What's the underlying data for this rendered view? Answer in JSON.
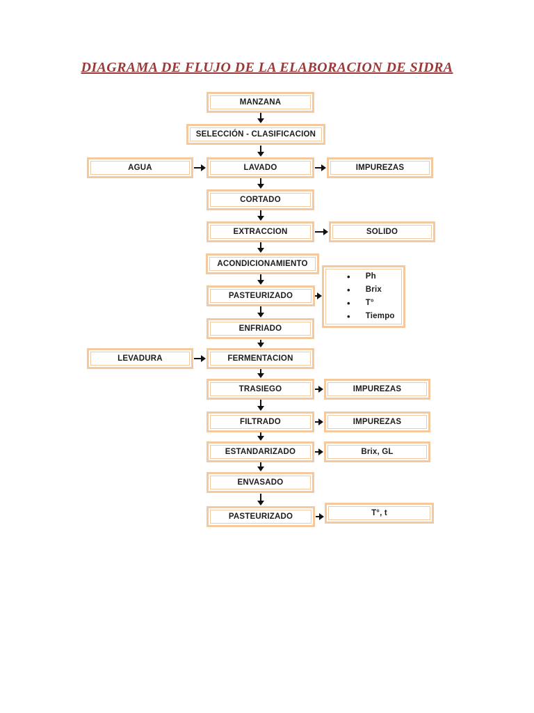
{
  "page": {
    "title": "DIAGRAMA DE FLUJO DE LA ELABORACION DE SIDRA"
  },
  "colors": {
    "box_border": "#f4c99e",
    "title_red": "#9a3a38",
    "arrow": "#111111"
  },
  "nodes": {
    "manzana": "MANZANA",
    "seleccion": "SELECCIÓN - CLASIFICACION",
    "agua": "AGUA",
    "lavado": "LAVADO",
    "impurezas_lavado": "IMPUREZAS",
    "cortado": "CORTADO",
    "extraccion": "EXTRACCION",
    "solido": "SOLIDO",
    "acondicionamiento": "ACONDICIONAMIENTO",
    "pasteurizado_1": "PASTEURIZADO",
    "parametros": [
      "Ph",
      "Brix",
      "T°",
      "Tiempo"
    ],
    "enfriado": "ENFRIADO",
    "levadura": "LEVADURA",
    "fermentacion": "FERMENTACION",
    "trasiego": "TRASIEGO",
    "impurezas_trasiego": "IMPUREZAS",
    "filtrado": "FILTRADO",
    "impurezas_filtrado": "IMPUREZAS",
    "estandarizado": "ESTANDARIZADO",
    "brix_gl": "Brix, GL",
    "envasado": "ENVASADO",
    "pasteurizado_2": "PASTEURIZADO",
    "temperatura_tiempo": "T°, t"
  }
}
